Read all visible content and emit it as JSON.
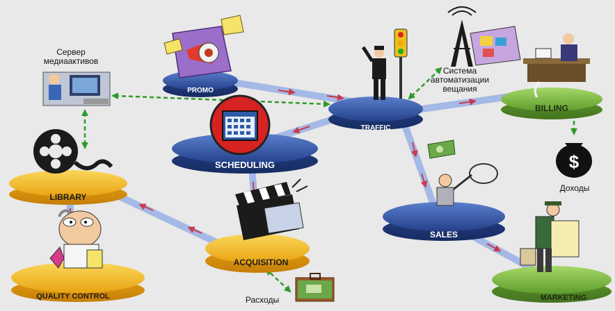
{
  "colors": {
    "background": "#e9e9e9",
    "blue_platform": "#2f4f9e",
    "yellow_platform": "#f2b81c",
    "green_platform": "#79b83a",
    "pipe": "#9db4e6",
    "dashed_link": "#2f9a2a",
    "arrow": "#c83a4a"
  },
  "nodes": {
    "promo": "PROMO",
    "traffic": "TRAFFIC",
    "scheduling": "SCHEDULING",
    "billing": "BILLING",
    "library": "LIBRARY",
    "sales": "SALES",
    "acquisition": "ACQUISITION",
    "quality_control": "QUALITY CONTROL",
    "marketing": "MARKETING"
  },
  "external_labels": {
    "media_server": "Сервер медиаактивов",
    "broadcast_automation": "Система автоматизации вещания",
    "income": "Доходы",
    "expenses": "Расходы"
  },
  "icons": {
    "dollar_sign": "$"
  }
}
